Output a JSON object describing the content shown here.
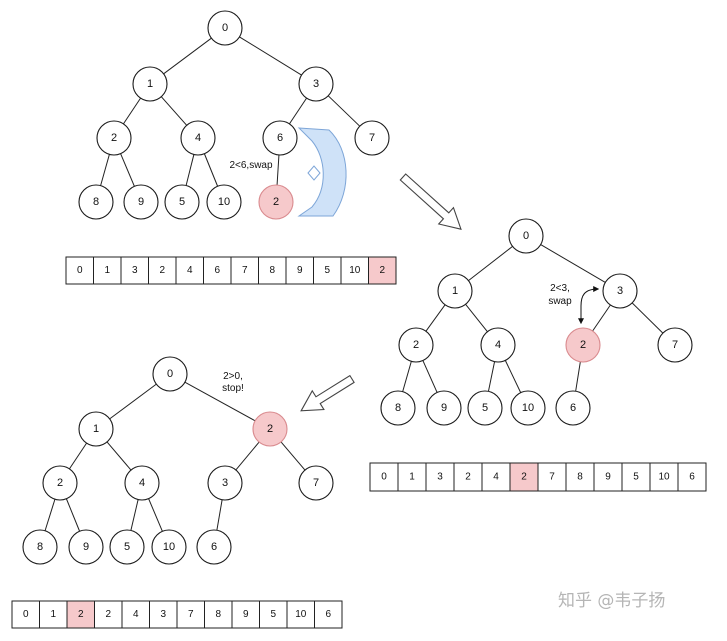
{
  "steps": [
    {
      "id": "step1",
      "nodes": [
        {
          "id": "a0",
          "label": "0"
        },
        {
          "id": "a1",
          "label": "1"
        },
        {
          "id": "a3",
          "label": "3"
        },
        {
          "id": "a2",
          "label": "2"
        },
        {
          "id": "a4",
          "label": "4"
        },
        {
          "id": "a6",
          "label": "6"
        },
        {
          "id": "a7",
          "label": "7"
        },
        {
          "id": "a8",
          "label": "8"
        },
        {
          "id": "a9",
          "label": "9"
        },
        {
          "id": "a5",
          "label": "5"
        },
        {
          "id": "a10",
          "label": "10"
        },
        {
          "id": "anew",
          "label": "2",
          "highlight": true
        }
      ],
      "edges": [
        [
          "a0",
          "a1"
        ],
        [
          "a0",
          "a3"
        ],
        [
          "a1",
          "a2"
        ],
        [
          "a1",
          "a4"
        ],
        [
          "a3",
          "a6"
        ],
        [
          "a3",
          "a7"
        ],
        [
          "a2",
          "a8"
        ],
        [
          "a2",
          "a9"
        ],
        [
          "a4",
          "a5"
        ],
        [
          "a4",
          "a10"
        ],
        [
          "a6",
          "anew"
        ]
      ],
      "note": "2<6,swap",
      "array": [
        {
          "v": "0"
        },
        {
          "v": "1"
        },
        {
          "v": "3"
        },
        {
          "v": "2"
        },
        {
          "v": "4"
        },
        {
          "v": "6"
        },
        {
          "v": "7"
        },
        {
          "v": "8"
        },
        {
          "v": "9"
        },
        {
          "v": "5"
        },
        {
          "v": "10"
        },
        {
          "v": "2",
          "highlight": true
        }
      ]
    },
    {
      "id": "step2",
      "nodes": [
        {
          "id": "b0",
          "label": "0"
        },
        {
          "id": "b1",
          "label": "1"
        },
        {
          "id": "b3",
          "label": "3"
        },
        {
          "id": "b2",
          "label": "2"
        },
        {
          "id": "b4",
          "label": "4"
        },
        {
          "id": "bnew",
          "label": "2",
          "highlight": true
        },
        {
          "id": "b7",
          "label": "7"
        },
        {
          "id": "b8",
          "label": "8"
        },
        {
          "id": "b9",
          "label": "9"
        },
        {
          "id": "b5",
          "label": "5"
        },
        {
          "id": "b10",
          "label": "10"
        },
        {
          "id": "b6",
          "label": "6"
        }
      ],
      "edges": [
        [
          "b0",
          "b1"
        ],
        [
          "b0",
          "b3"
        ],
        [
          "b1",
          "b2"
        ],
        [
          "b1",
          "b4"
        ],
        [
          "b3",
          "bnew"
        ],
        [
          "b3",
          "b7"
        ],
        [
          "b2",
          "b8"
        ],
        [
          "b2",
          "b9"
        ],
        [
          "b4",
          "b5"
        ],
        [
          "b4",
          "b10"
        ],
        [
          "bnew",
          "b6"
        ]
      ],
      "note_lines": [
        "2<3,",
        "swap"
      ],
      "array": [
        {
          "v": "0"
        },
        {
          "v": "1"
        },
        {
          "v": "3"
        },
        {
          "v": "2"
        },
        {
          "v": "4"
        },
        {
          "v": "2",
          "highlight": true
        },
        {
          "v": "7"
        },
        {
          "v": "8"
        },
        {
          "v": "9"
        },
        {
          "v": "5"
        },
        {
          "v": "10"
        },
        {
          "v": "6"
        }
      ]
    },
    {
      "id": "step3",
      "nodes": [
        {
          "id": "c0",
          "label": "0"
        },
        {
          "id": "c1",
          "label": "1"
        },
        {
          "id": "cnew",
          "label": "2",
          "highlight": true
        },
        {
          "id": "c2",
          "label": "2"
        },
        {
          "id": "c4",
          "label": "4"
        },
        {
          "id": "c3",
          "label": "3"
        },
        {
          "id": "c7",
          "label": "7"
        },
        {
          "id": "c8",
          "label": "8"
        },
        {
          "id": "c9",
          "label": "9"
        },
        {
          "id": "c5",
          "label": "5"
        },
        {
          "id": "c10",
          "label": "10"
        },
        {
          "id": "c6",
          "label": "6"
        }
      ],
      "edges": [
        [
          "c0",
          "c1"
        ],
        [
          "c0",
          "cnew"
        ],
        [
          "c1",
          "c2"
        ],
        [
          "c1",
          "c4"
        ],
        [
          "cnew",
          "c3"
        ],
        [
          "cnew",
          "c7"
        ],
        [
          "c2",
          "c8"
        ],
        [
          "c2",
          "c9"
        ],
        [
          "c4",
          "c5"
        ],
        [
          "c4",
          "c10"
        ],
        [
          "c3",
          "c6"
        ]
      ],
      "note_lines": [
        "2>0,",
        "stop!"
      ],
      "array": [
        {
          "v": "0"
        },
        {
          "v": "1"
        },
        {
          "v": "2",
          "highlight": true
        },
        {
          "v": "2"
        },
        {
          "v": "4"
        },
        {
          "v": "3"
        },
        {
          "v": "7"
        },
        {
          "v": "8"
        },
        {
          "v": "9"
        },
        {
          "v": "5"
        },
        {
          "v": "10"
        },
        {
          "v": "6"
        }
      ]
    }
  ],
  "watermark": "知乎 @韦子扬",
  "colors": {
    "highlight": "#f6c9cb",
    "swap_arrow": "#cfe2f8"
  }
}
